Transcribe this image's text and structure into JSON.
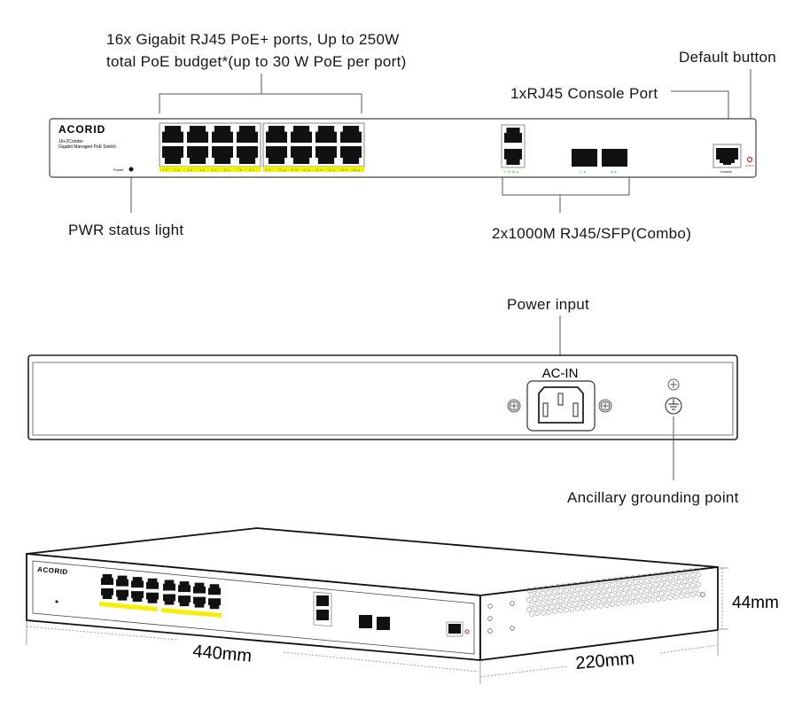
{
  "front_panel": {
    "callouts": {
      "poe_ports_line1": "16x Gigabit RJ45 PoE+ ports, Up to 250W",
      "poe_ports_line2": "total PoE budget*(up to 30 W PoE per port)",
      "default_button": "Default button",
      "console_port": "1xRJ45 Console Port",
      "pwr_status": "PWR status light",
      "combo_ports": "2x1000M RJ45/SFP(Combo)"
    },
    "brand": "acorid",
    "model_line1": "16+2Combo",
    "model_line2": "Gigabit Managed PoE Switch",
    "power_led_label": "Power",
    "console_label": "Console",
    "default_label": "Default",
    "port_labels": [
      "1",
      "2",
      "3",
      "4",
      "5",
      "6",
      "7",
      "8",
      "9",
      "10",
      "11",
      "12",
      "13",
      "14",
      "15",
      "16"
    ],
    "combo_labels": [
      "17",
      "18"
    ],
    "colors": {
      "poe_strip": "#f5f000",
      "led_green": "#22b14c",
      "default_red": "#e02020"
    }
  },
  "rear_panel": {
    "callouts": {
      "power_input": "Power input",
      "grounding": "Ancillary grounding point"
    },
    "ac_in_label": "AC-IN"
  },
  "dimensions": {
    "width": "440mm",
    "depth": "220mm",
    "height": "44mm"
  }
}
